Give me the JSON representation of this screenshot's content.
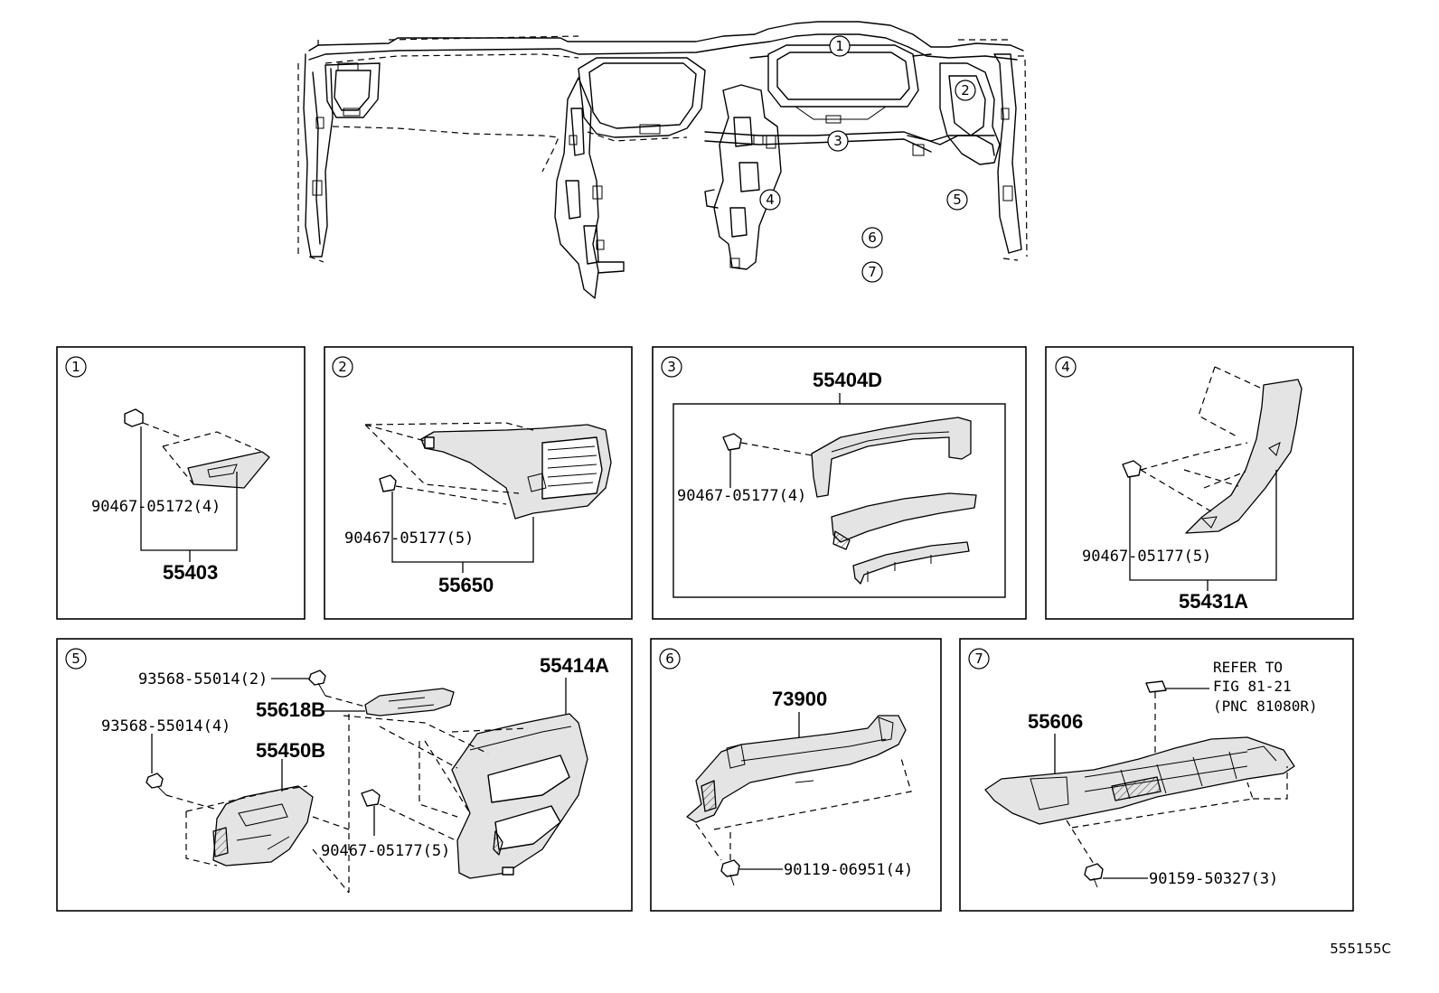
{
  "callouts": {
    "c1": "1",
    "c2": "2",
    "c3": "3",
    "c4": "4",
    "c5": "5",
    "c6": "6",
    "c7": "7"
  },
  "panels": {
    "p1": {
      "number": "1",
      "fastener": "90467-05172(4)",
      "part": "55403"
    },
    "p2": {
      "number": "2",
      "fastener": "90467-05177(5)",
      "part": "55650"
    },
    "p3": {
      "number": "3",
      "fastener": "90467-05177(4)",
      "part": "55404D"
    },
    "p4": {
      "number": "4",
      "fastener": "90467-05177(5)",
      "part": "55431A"
    },
    "p5": {
      "number": "5",
      "screw_a": "93568-55014(2)",
      "screw_b": "93568-55014(4)",
      "part_a": "55618B",
      "part_b": "55450B",
      "part_c": "55414A",
      "fastener": "90467-05177(5)"
    },
    "p6": {
      "number": "6",
      "part": "73900",
      "fastener": "90119-06951(4)"
    },
    "p7": {
      "number": "7",
      "part": "55606",
      "fastener": "90159-50327(3)",
      "ref_line1": "REFER TO",
      "ref_line2": "FIG 81-21",
      "ref_line3": "(PNC 81080R)"
    }
  },
  "illustration_code": "555155C"
}
